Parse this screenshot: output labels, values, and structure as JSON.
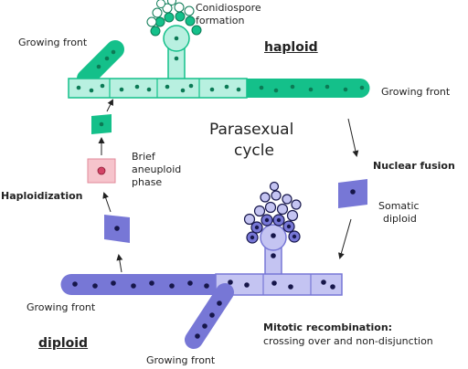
{
  "title": {
    "line1": "Parasexual",
    "line2": "cycle"
  },
  "ploidy": {
    "haploid": "haploid",
    "diploid": "diploid"
  },
  "labels": {
    "conidiospore_1": "Conidiospore",
    "conidiospore_2": "formation",
    "growing_front_tl": "Growing front",
    "growing_front_r": "Growing front",
    "growing_front_bl": "Growing front",
    "growing_front_b": "Growing front",
    "nuclear_fusion": "Nuclear fusion",
    "somatic_1": "Somatic",
    "somatic_2": "diploid",
    "brief_1": "Brief",
    "brief_2": "aneuploid",
    "brief_3": "phase",
    "haploidization": "Haploidization",
    "mitotic_1": "Mitotic recombination:",
    "mitotic_2": "crossing over and non-disjunction"
  },
  "colors": {
    "haploid_light": "#b8f0e0",
    "haploid_dark": "#14c08a",
    "nucleus_green": "#0b7a55",
    "diploid_purple": "#7777d6",
    "diploid_light": "#c4c4f2",
    "nucleus_dark": "#16164a",
    "aneuploid_pink": "#f6c4cc",
    "aneuploid_nucleus": "#d24466"
  }
}
